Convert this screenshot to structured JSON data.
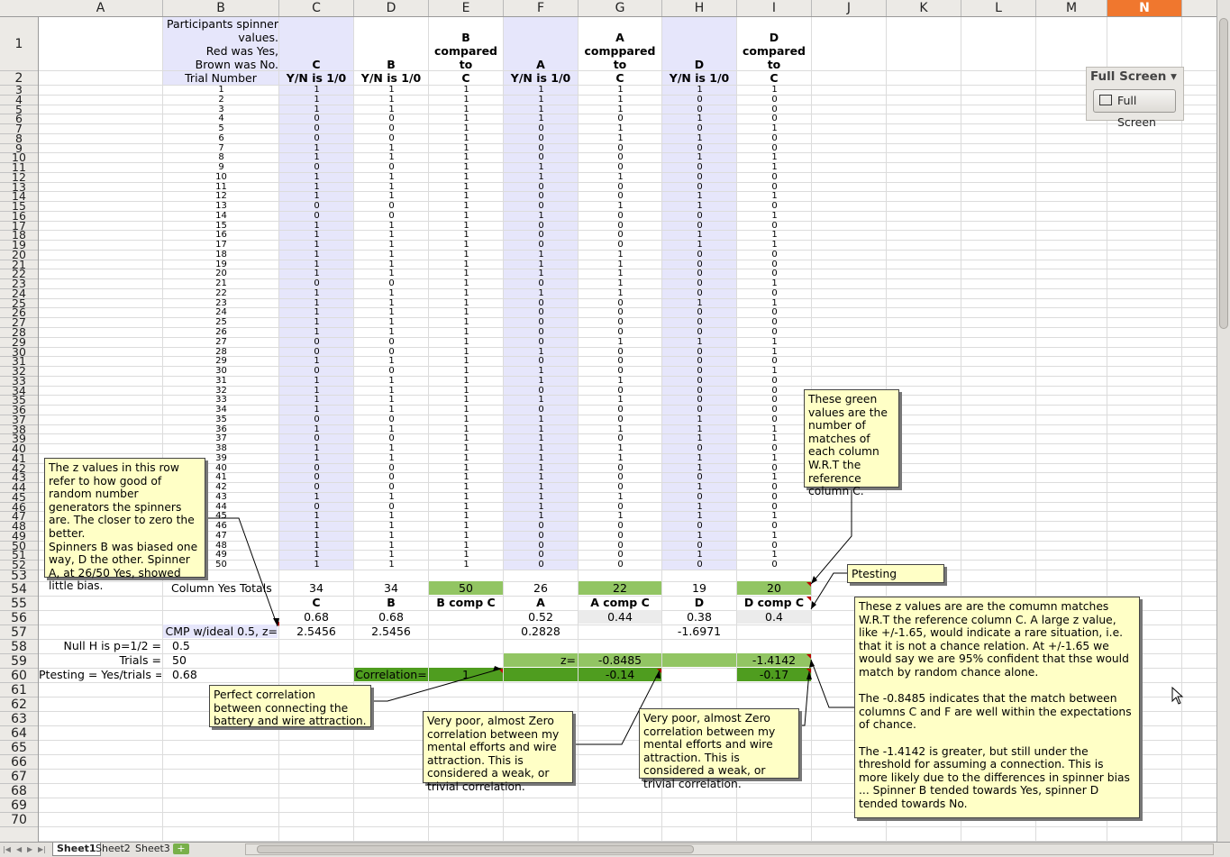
{
  "columns": [
    "A",
    "B",
    "C",
    "D",
    "E",
    "F",
    "G",
    "H",
    "I",
    "J",
    "K",
    "L",
    "M",
    "N"
  ],
  "selected_column": "N",
  "header": {
    "b1": "Participants spinner values.\nRed was Yes,\nBrown was No.",
    "c1": "C",
    "d1": "B",
    "e1": "B\ncompared to\nC",
    "f1": "A",
    "g1": "A\ncomppared to\nC",
    "h1": "D",
    "i1": "D\ncompared to\nC",
    "b2": "Trial Number",
    "c2": "Y/N is 1/0",
    "d2": "Y/N is 1/0",
    "f2": "Y/N is 1/0",
    "h2": "Y/N is 1/0"
  },
  "trials": {
    "C": [
      1,
      1,
      1,
      0,
      0,
      0,
      1,
      1,
      0,
      1,
      1,
      1,
      0,
      0,
      1,
      1,
      1,
      1,
      1,
      1,
      0,
      1,
      1,
      1,
      1,
      1,
      0,
      0,
      1,
      0,
      1,
      1,
      1,
      1,
      0,
      1,
      0,
      1,
      1,
      0,
      0,
      0,
      1,
      0,
      1,
      1,
      1,
      1,
      1,
      1
    ],
    "D": [
      1,
      1,
      1,
      0,
      0,
      0,
      1,
      1,
      0,
      1,
      1,
      1,
      0,
      0,
      1,
      1,
      1,
      1,
      1,
      1,
      0,
      1,
      1,
      1,
      1,
      1,
      0,
      0,
      1,
      0,
      1,
      1,
      1,
      1,
      0,
      1,
      0,
      1,
      1,
      0,
      0,
      0,
      1,
      0,
      1,
      1,
      1,
      1,
      1,
      1
    ],
    "E": [
      1,
      1,
      1,
      1,
      1,
      1,
      1,
      1,
      1,
      1,
      1,
      1,
      1,
      1,
      1,
      1,
      1,
      1,
      1,
      1,
      1,
      1,
      1,
      1,
      1,
      1,
      1,
      1,
      1,
      1,
      1,
      1,
      1,
      1,
      1,
      1,
      1,
      1,
      1,
      1,
      1,
      1,
      1,
      1,
      1,
      1,
      1,
      1,
      1,
      1
    ],
    "F": [
      1,
      1,
      1,
      1,
      0,
      0,
      0,
      0,
      1,
      1,
      0,
      0,
      0,
      1,
      0,
      0,
      0,
      1,
      1,
      1,
      0,
      1,
      0,
      0,
      0,
      0,
      0,
      1,
      0,
      1,
      1,
      0,
      1,
      0,
      1,
      1,
      1,
      1,
      1,
      1,
      1,
      1,
      1,
      1,
      1,
      0,
      0,
      0,
      0,
      0
    ],
    "G": [
      1,
      1,
      1,
      0,
      1,
      1,
      0,
      0,
      0,
      1,
      0,
      0,
      1,
      0,
      0,
      0,
      0,
      1,
      1,
      1,
      1,
      1,
      0,
      0,
      0,
      0,
      1,
      0,
      0,
      0,
      1,
      0,
      1,
      0,
      0,
      1,
      0,
      1,
      1,
      0,
      0,
      0,
      1,
      0,
      1,
      0,
      0,
      0,
      0,
      0
    ],
    "H": [
      1,
      0,
      0,
      1,
      0,
      1,
      0,
      1,
      0,
      0,
      0,
      1,
      1,
      0,
      0,
      1,
      1,
      0,
      0,
      0,
      0,
      0,
      1,
      0,
      0,
      0,
      1,
      0,
      0,
      0,
      0,
      0,
      0,
      0,
      1,
      1,
      1,
      0,
      1,
      1,
      0,
      1,
      0,
      1,
      1,
      0,
      1,
      0,
      1,
      0
    ],
    "I": [
      1,
      0,
      0,
      0,
      1,
      0,
      0,
      1,
      1,
      0,
      0,
      1,
      0,
      1,
      0,
      1,
      1,
      0,
      0,
      0,
      1,
      0,
      1,
      0,
      0,
      0,
      1,
      1,
      0,
      1,
      0,
      0,
      0,
      0,
      0,
      1,
      1,
      0,
      1,
      0,
      1,
      0,
      0,
      0,
      1,
      0,
      1,
      0,
      1,
      0
    ]
  },
  "row53": {
    "label": "Column Yes Totals",
    "C": "34",
    "D": "34",
    "E": "50",
    "F": "26",
    "G": "22",
    "H": "19",
    "I": "20"
  },
  "row54": {
    "C": "C",
    "D": "B",
    "E": "B comp C",
    "F": "A",
    "G": "A comp C",
    "H": "D",
    "I": "D comp C"
  },
  "row55": {
    "C": "0.68",
    "D": "0.68",
    "F": "0.52",
    "G": "0.44",
    "H": "0.38",
    "I": "0.4"
  },
  "row56": {
    "label": "CMP w/ideal 0.5, z=",
    "C": "2.5456",
    "D": "2.5456",
    "F": "0.2828",
    "H": "-1.6971"
  },
  "row57": {
    "label": "Null H is p=1/2 =",
    "value": "0.5"
  },
  "row58": {
    "label": "Trials =",
    "value": "50",
    "zlabel": "z=",
    "G": "-0.8485",
    "I": "-1.4142"
  },
  "row59": {
    "label": "Ptesting = Yes/trials =",
    "value": "0.68",
    "corr_label": "Correlation=",
    "E": "1",
    "G": "-0.14",
    "I": "-0.17"
  },
  "notes": {
    "z_row": "The z values in this row refer to how good of random number generators the spinners are. The closer to zero the better.\nSpinners B was biased one way, D the other. Spinner A, at 26/50 Yes, showed little bias.",
    "green": "These green values are the number of matches of each column W.R.T the reference column C.",
    "ptesting": "Ptesting",
    "z_matches": "These z values are are the comumn matches W.R.T the reference column C. A large z value, like +/-1.65, would indicate a rare situation, i.e. that it is not a chance relation. At +/-1.65 we would say we are 95% confident that thse would match by random chance alone.\n\nThe -0.8485 indicates that the match between columns C and F are well within the expectations of chance.\n\nThe -1.4142 is greater, but still under the threshold for assuming a connection. This is more likely due to the differences in spinner bias ... Spinner B tended towards Yes, spinner D tended towards No.",
    "perfect": "Perfect correlation between connecting the battery and wire attraction.",
    "poor1": "Very poor, almost Zero correlation between my mental efforts and wire attraction. This is considered a weak, or trivial correlation.",
    "poor2": "Very poor, almost Zero correlation between my mental efforts and wire attraction. This is considered a weak, or trivial correlation."
  },
  "fullscreen": {
    "title": "Full Screen",
    "button": "Full Screen"
  },
  "sheets": [
    "Sheet1",
    "Sheet2",
    "Sheet3"
  ],
  "active_sheet": "Sheet1",
  "add_sheet": "+"
}
